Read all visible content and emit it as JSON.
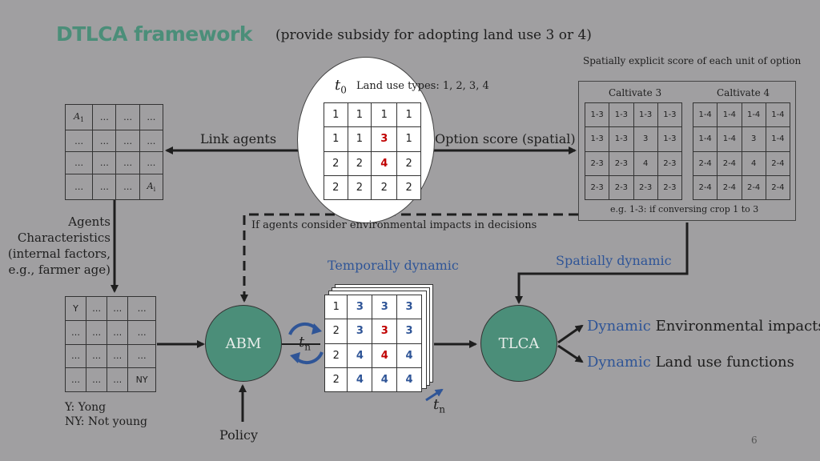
{
  "title": "DTLCA framework",
  "subtitle": "(provide subsidy for adopting land use 3 or 4)",
  "option_caption": "Spatially explicit score of each unit of option",
  "t0_label": "t",
  "t0_sub": "0",
  "land_use_types": "Land use types: 1, 2, 3, 4",
  "link_agents": "Link agents",
  "option_score": "Option score (spatial)",
  "agents_grid": [
    [
      "A1",
      "…",
      "…",
      "…"
    ],
    [
      "…",
      "…",
      "…",
      "…"
    ],
    [
      "…",
      "…",
      "…",
      "…"
    ],
    [
      "…",
      "…",
      "…",
      "Ai"
    ]
  ],
  "agent_a1_main": "A",
  "agent_a1_sub": "1",
  "agent_ai_main": "A",
  "agent_ai_sub": "i",
  "land_grid": [
    [
      "1",
      "1",
      "1",
      "1"
    ],
    [
      "1",
      "1",
      "3",
      "1"
    ],
    [
      "2",
      "2",
      "4",
      "2"
    ],
    [
      "2",
      "2",
      "2",
      "2"
    ]
  ],
  "caltivate3_label": "Caltivate 3",
  "caltivate4_label": "Caltivate 4",
  "caltivate3_grid": [
    [
      "1-3",
      "1-3",
      "1-3",
      "1-3"
    ],
    [
      "1-3",
      "1-3",
      "3",
      "1-3"
    ],
    [
      "2-3",
      "2-3",
      "4",
      "2-3"
    ],
    [
      "2-3",
      "2-3",
      "2-3",
      "2-3"
    ]
  ],
  "caltivate4_grid": [
    [
      "1-4",
      "1-4",
      "1-4",
      "1-4"
    ],
    [
      "1-4",
      "1-4",
      "3",
      "1-4"
    ],
    [
      "2-4",
      "2-4",
      "4",
      "2-4"
    ],
    [
      "2-4",
      "2-4",
      "2-4",
      "2-4"
    ]
  ],
  "option_footnote": "e.g. 1-3: if conversing crop 1 to 3",
  "env_note": "If agents consider environmental impacts in decisions",
  "agents_characteristics": [
    "Agents",
    "Characteristics",
    "(internal factors,",
    "e.g., farmer age)"
  ],
  "age_grid": [
    [
      "Y",
      "…",
      "…",
      "…"
    ],
    [
      "…",
      "…",
      "…",
      "…"
    ],
    [
      "…",
      "…",
      "…",
      "…"
    ],
    [
      "…",
      "…",
      "…",
      "NY"
    ]
  ],
  "legend_y": "Y: Yong",
  "legend_ny": "NY: Not young",
  "policy": "Policy",
  "abm": "ABM",
  "tn_label": "t",
  "tn_sub": "n",
  "temporally_dynamic": "Temporally dynamic",
  "spatially_dynamic": "Spatially dynamic",
  "dynamic_grid": [
    [
      "1",
      "3",
      "3",
      "3"
    ],
    [
      "2",
      "3",
      "3",
      "3"
    ],
    [
      "2",
      "4",
      "4",
      "4"
    ],
    [
      "2",
      "4",
      "4",
      "4"
    ]
  ],
  "tlca": "TLCA",
  "output1_dynamic": "Dynamic",
  "output1_rest": " Environmental impacts",
  "output2_dynamic": "Dynamic",
  "output2_rest": " Land use functions",
  "page_number": "6",
  "colors": {
    "background": "#a09fa1",
    "teal": "#4b8e79",
    "blue": "#2f5597",
    "red": "#c00000"
  }
}
